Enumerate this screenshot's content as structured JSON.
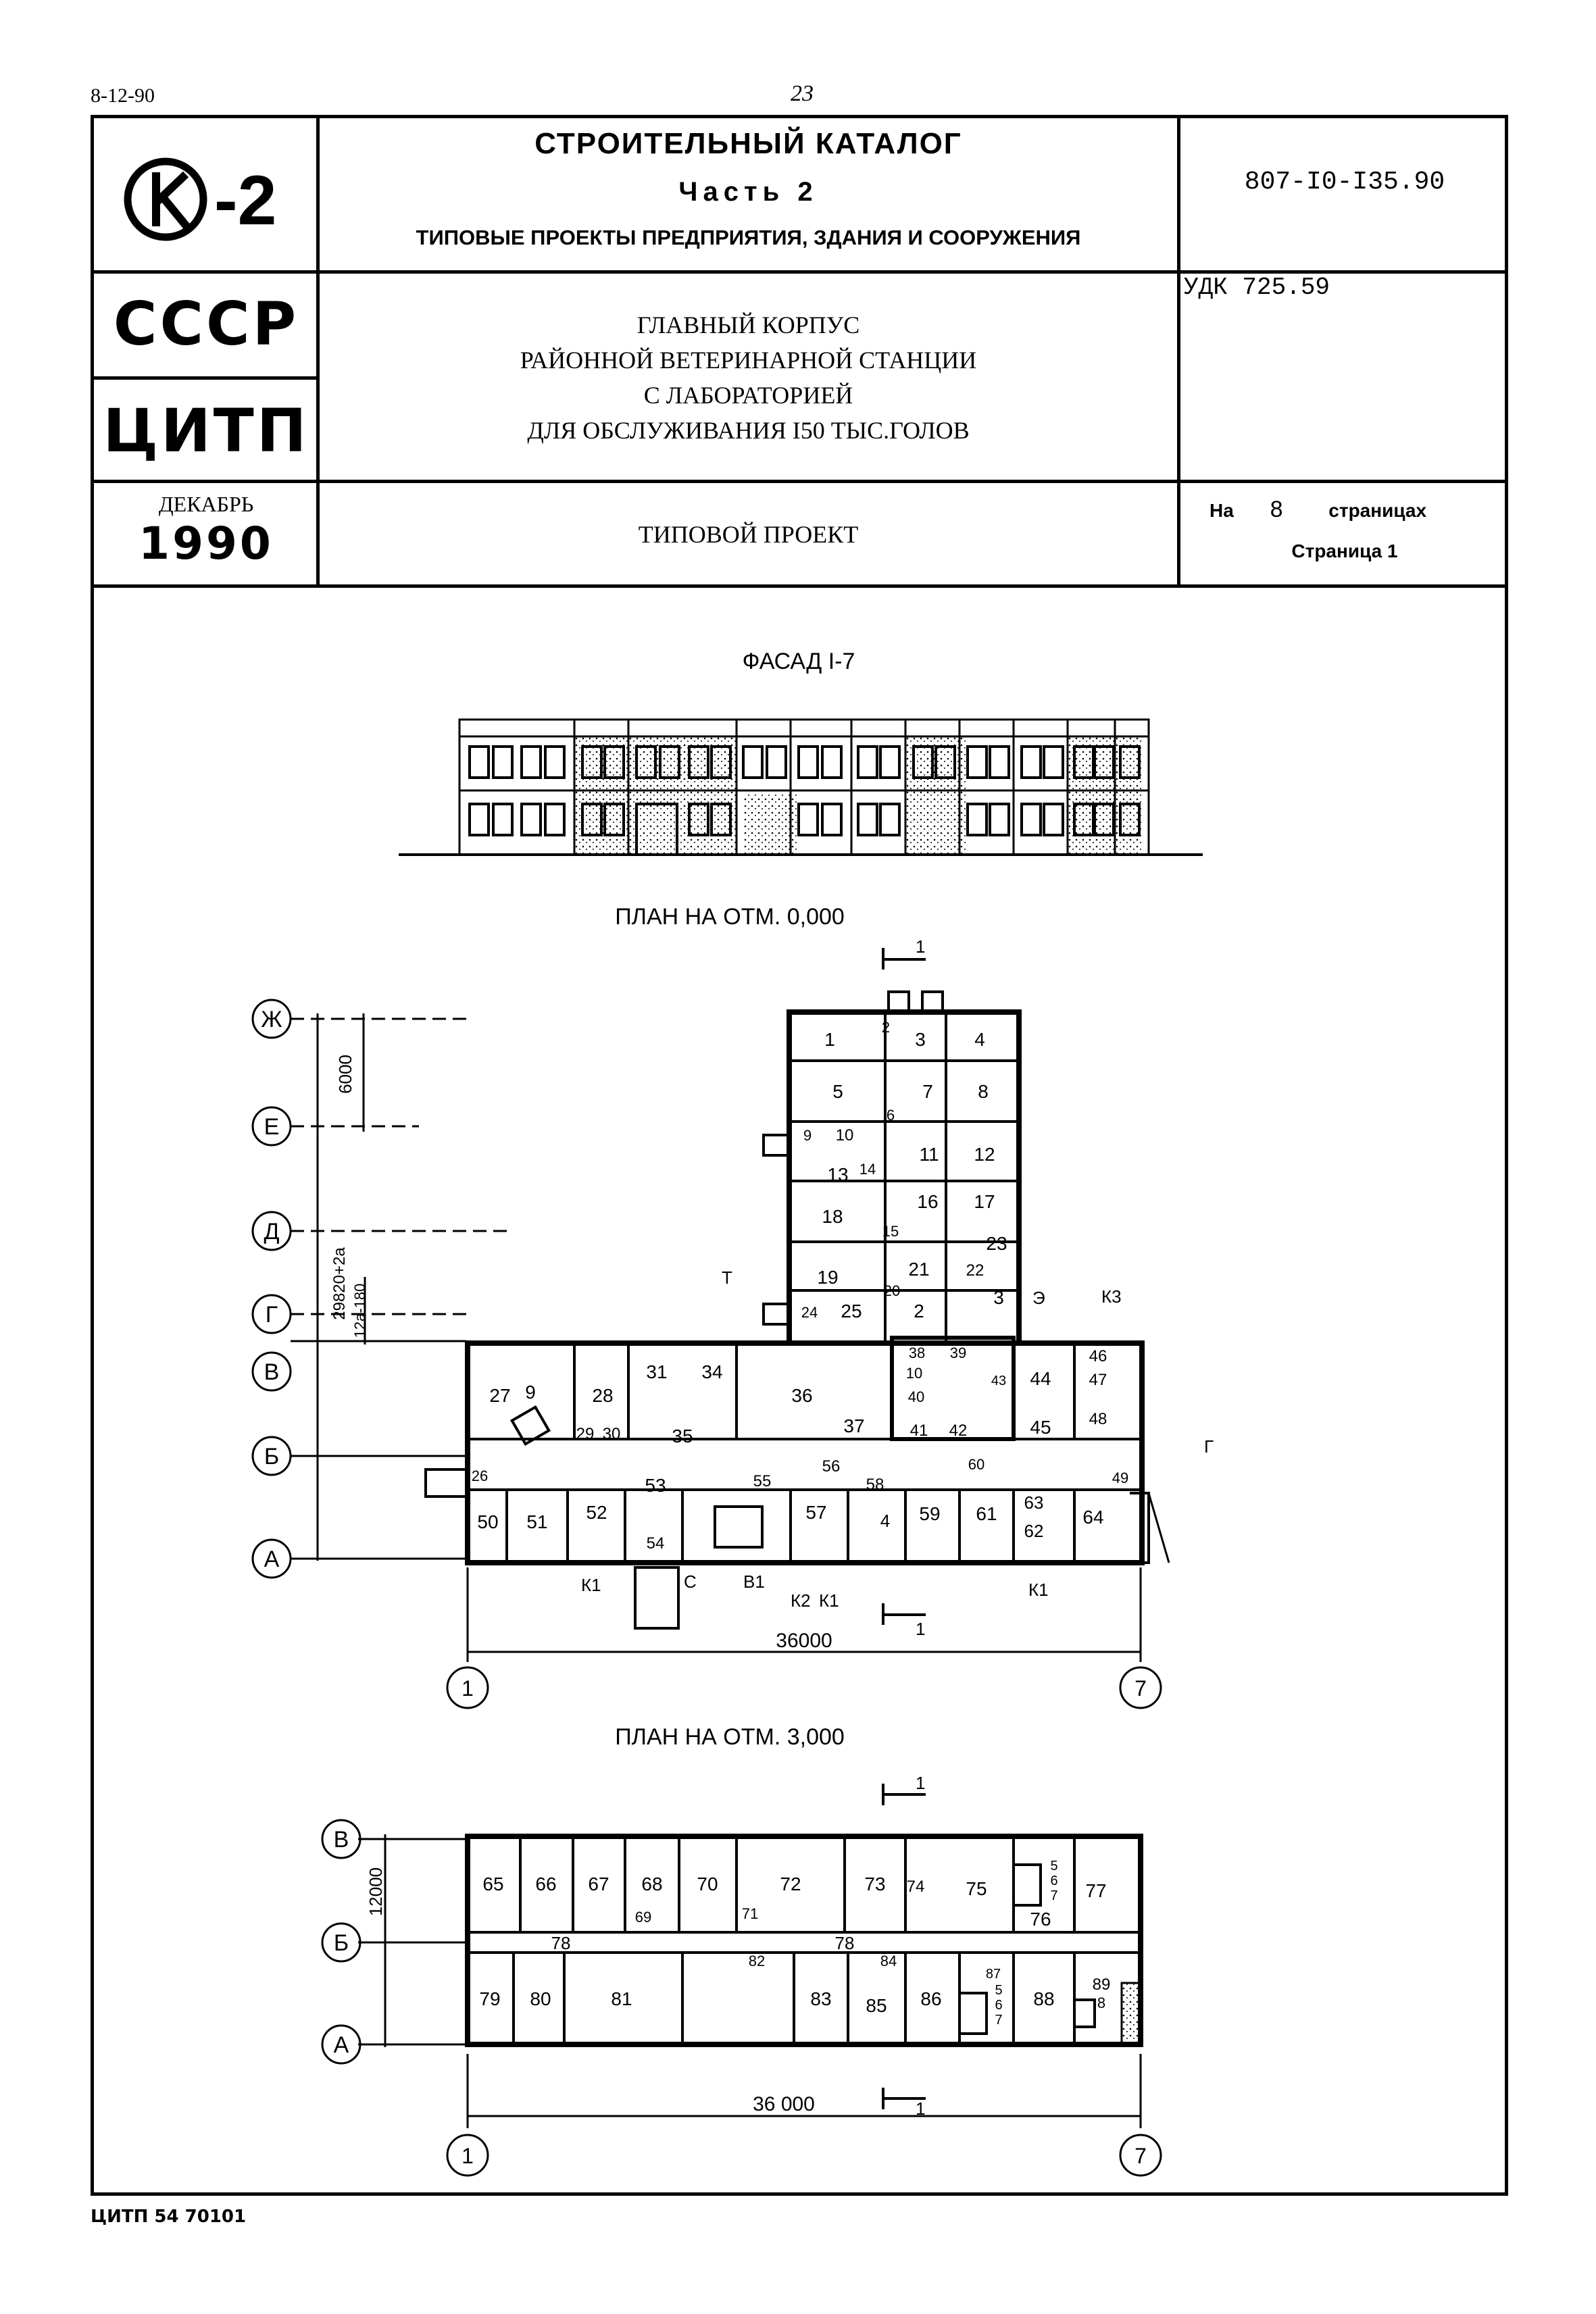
{
  "page": {
    "top_left_code": "8-12-90",
    "page_number": "23",
    "bottom_code": "ЦИТП 54 70101"
  },
  "header": {
    "logo_text": "К-2",
    "title": "СТРОИТЕЛЬНЫЙ КАТАЛОГ",
    "part": "Часть 2",
    "subtitle": "ТИПОВЫЕ ПРОЕКТЫ ПРЕДПРИЯТИЯ, ЗДАНИЯ И СООРУЖЕНИЯ",
    "code": "807-I0-I35.90",
    "org_country": "СССР",
    "org_name": "ЦИТП",
    "project_lines": [
      "ГЛАВНЫЙ КОРПУС",
      "РАЙОННОЙ ВЕТЕРИНАРНОЙ СТАНЦИИ",
      "С ЛАБОРАТОРИЕЙ",
      "ДЛЯ ОБСЛУЖИВАНИЯ I50 ТЫС.ГОЛОВ"
    ],
    "udk": "УДК 725.59",
    "month": "ДЕКАБРЬ",
    "year": "1990",
    "project_type": "ТИПОВОЙ ПРОЕКТ",
    "pages_prefix": "На",
    "pages_count": "8",
    "pages_suffix": "страницах",
    "page_label": "Страница 1"
  },
  "drawing": {
    "facade_title": "ФАСАД I-7",
    "plan1_title": "ПЛАН НА ОТМ.  0,000",
    "plan2_title": "ПЛАН НА ОТМ. 3,000",
    "axes_rows": [
      "Ж",
      "Е",
      "Д",
      "Г",
      "В",
      "Б",
      "А"
    ],
    "axes_cols": [
      "1",
      "7"
    ],
    "plan2_axes_rows": [
      "В",
      "Б",
      "А"
    ],
    "dim_width": "36000",
    "dim_width2": "36 000",
    "dim_6000": "6000",
    "dim_12000": "12000",
    "dim_side": "29820+2а",
    "dim_side2": "12а-180",
    "section_mark": "1",
    "labels_entries": [
      "К1",
      "С",
      "В1",
      "К2",
      "К1",
      "К1",
      "К3",
      "Г",
      "Т",
      "Э"
    ],
    "rooms_plan1": [
      "1",
      "2",
      "3",
      "4",
      "5",
      "6",
      "7",
      "8",
      "9",
      "10",
      "11",
      "12",
      "13",
      "14",
      "15",
      "16",
      "17",
      "18",
      "19",
      "20",
      "21",
      "22",
      "23",
      "24",
      "25",
      "2",
      "3",
      "27",
      "28",
      "31",
      "34",
      "36",
      "29",
      "30",
      "35",
      "37",
      "38",
      "39",
      "10",
      "40",
      "41",
      "42",
      "43",
      "44",
      "46",
      "47",
      "45",
      "48",
      "9",
      "26",
      "53",
      "55",
      "58",
      "56",
      "60",
      "63",
      "49",
      "50",
      "51",
      "52",
      "54",
      "57",
      "4",
      "59",
      "61",
      "62",
      "64"
    ],
    "rooms_plan2": [
      "65",
      "66",
      "67",
      "68",
      "69",
      "70",
      "71",
      "72",
      "73",
      "74",
      "75",
      "5",
      "6",
      "7",
      "76",
      "77",
      "78",
      "78",
      "82",
      "84",
      "79",
      "80",
      "81",
      "83",
      "85",
      "86",
      "87",
      "5",
      "6",
      "7",
      "88",
      "89",
      "8"
    ]
  }
}
